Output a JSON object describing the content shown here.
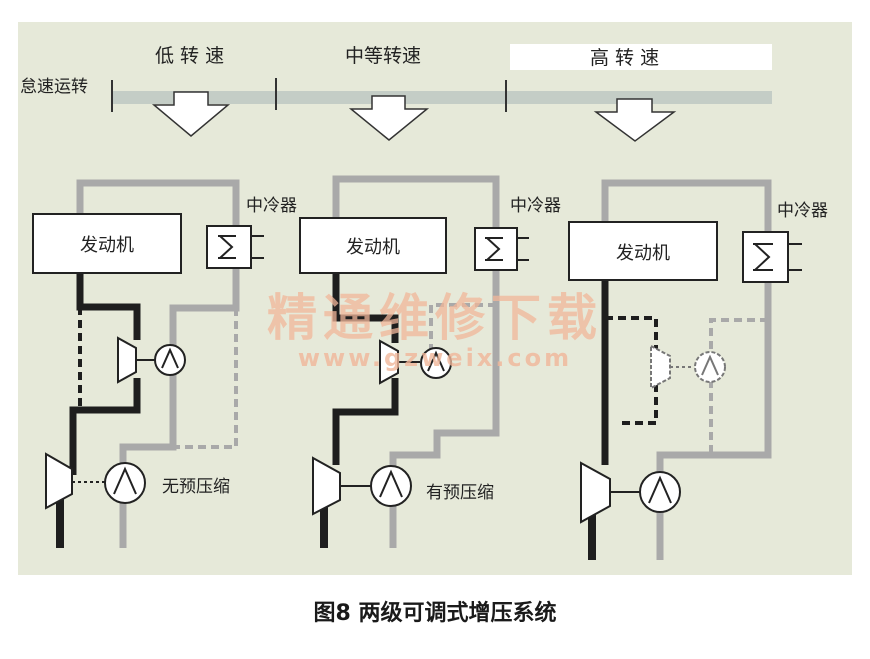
{
  "speed_labels": {
    "idle": "怠速运转",
    "low": "低 转 速",
    "medium": "中等转速",
    "high": "高 转 速"
  },
  "panels": [
    {
      "engine_label": "发动机",
      "intercooler_label": "中冷器",
      "mode_label": "无预压缩"
    },
    {
      "engine_label": "发动机",
      "intercooler_label": "中冷器",
      "mode_label": "有预压缩"
    },
    {
      "engine_label": "发动机",
      "intercooler_label": "中冷器",
      "mode_label": ""
    }
  ],
  "watermark": {
    "text": "精通维修下载",
    "url": "www.gzweix.com"
  },
  "caption": "图8 两级可调式增压系统",
  "colors": {
    "background_panel": "#e6e9d9",
    "exhaust_line": "#1e1e1e",
    "intake_line": "#a9a9a9",
    "watermark": "#f1b79a"
  }
}
